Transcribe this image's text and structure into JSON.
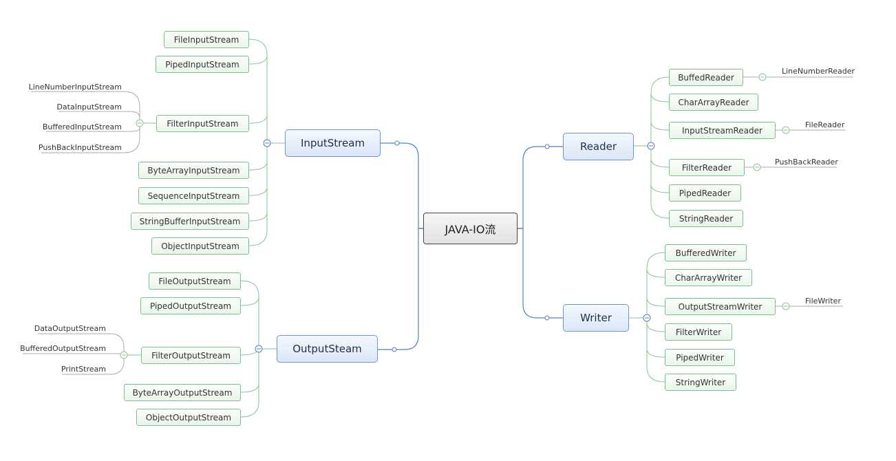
{
  "root": {
    "label": "JAVA-IO流"
  },
  "branches": {
    "inputstream": {
      "label": "InputStream",
      "children": [
        {
          "label": "FileInputStream"
        },
        {
          "label": "PipedInputStream"
        },
        {
          "label": "FilterInputStream",
          "children": [
            {
              "label": "LineNumberInputStream"
            },
            {
              "label": "DataInputStream"
            },
            {
              "label": "BufferedInputStream"
            },
            {
              "label": "PushBackInputStream"
            }
          ]
        },
        {
          "label": "ByteArrayInputStream"
        },
        {
          "label": "SequenceInputStream"
        },
        {
          "label": "StringBufferInputStream"
        },
        {
          "label": "ObjectInputStream"
        }
      ]
    },
    "outputsteam": {
      "label": "OutputSteam",
      "children": [
        {
          "label": "FileOutputStream"
        },
        {
          "label": "PipedOutputStream"
        },
        {
          "label": "FilterOutputStream",
          "children": [
            {
              "label": "DataOutputStream"
            },
            {
              "label": "BufferedOutputStream"
            },
            {
              "label": "PrintStream"
            }
          ]
        },
        {
          "label": "ByteArrayOutputStream"
        },
        {
          "label": "ObjectOutputStream"
        }
      ]
    },
    "reader": {
      "label": "Reader",
      "children": [
        {
          "label": "BuffedReader",
          "children": [
            {
              "label": "LineNumberReader"
            }
          ]
        },
        {
          "label": "CharArrayReader"
        },
        {
          "label": "InputStreamReader",
          "children": [
            {
              "label": "FileReader"
            }
          ]
        },
        {
          "label": "FilterReader",
          "children": [
            {
              "label": "PushBackReader"
            }
          ]
        },
        {
          "label": "PipedReader"
        },
        {
          "label": "StringReader"
        }
      ]
    },
    "writer": {
      "label": "Writer",
      "children": [
        {
          "label": "BufferedWriter"
        },
        {
          "label": "CharArrayWriter"
        },
        {
          "label": "OutputStreamWriter",
          "children": [
            {
              "label": "FileWriter"
            }
          ]
        },
        {
          "label": "FilterWriter"
        },
        {
          "label": "PipedWriter"
        },
        {
          "label": "StringWriter"
        }
      ]
    }
  },
  "colors": {
    "root_border": "#444444",
    "main_border": "#6f95c5",
    "main_edge": "#4f81bd",
    "sub_border": "#7cc088",
    "sub_edge": "#86c48f",
    "leaf_edge": "#aaaaaa"
  }
}
